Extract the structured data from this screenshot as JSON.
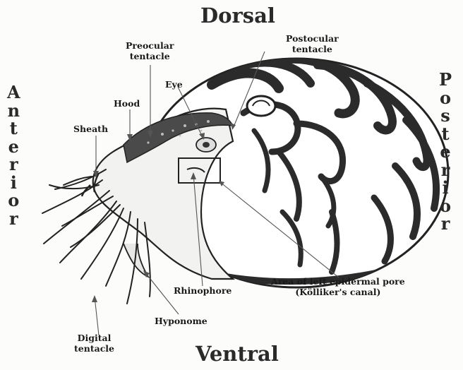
{
  "orientation": {
    "top": "Dorsal",
    "bottom": "Ventral",
    "left": "Anterior",
    "right": "Posterior"
  },
  "labels": {
    "preocular_tentacle": [
      "Preocular",
      "tentacle"
    ],
    "postocular_tentacle": [
      "Postocular",
      "tentacle"
    ],
    "eye": "Eye",
    "hood": "Hood",
    "sheath": "Sheath",
    "rhinophore": "Rhinophore",
    "epidermal_pore": [
      "Area of left epidermal pore",
      "(Kölliker's canal)"
    ],
    "hyponome": "Hyponome",
    "digital_tentacle": [
      "Digital",
      "tentacle"
    ]
  },
  "colors": {
    "ink": "#1a1a1a",
    "shell_stripe": "#2b2b2b",
    "leader_line": "#555555"
  }
}
